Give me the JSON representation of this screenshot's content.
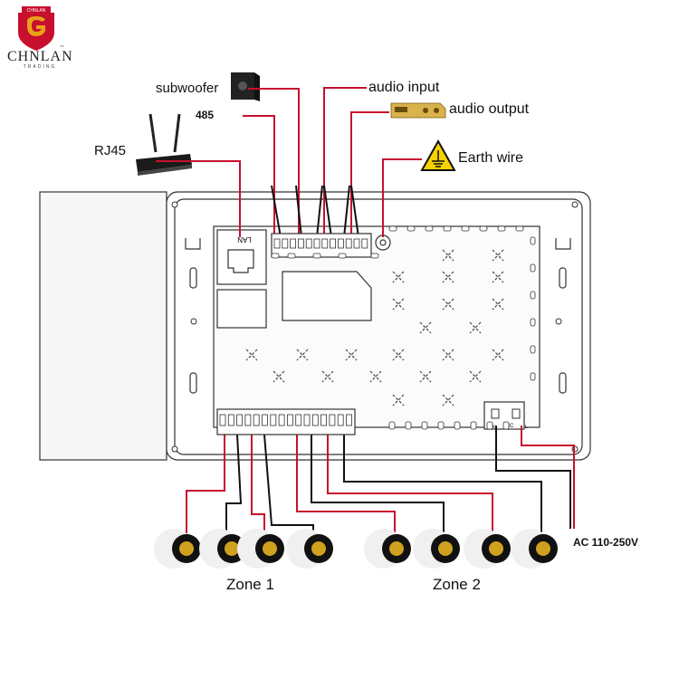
{
  "logo": {
    "banner_text": "CHNLAN",
    "name": "CHNLAN",
    "subtitle": "TRADING",
    "tm": "TM",
    "colors": {
      "shield": "#c8102e",
      "emblem": "#e8a21a"
    }
  },
  "labels": {
    "subwoofer": "subwoofer",
    "rs485": "485",
    "rj45": "RJ45",
    "audio_input": "audio input",
    "audio_output": "audio output",
    "earth_wire": "Earth wire",
    "ac_power": "AC 110-250V",
    "zone1": "Zone 1",
    "zone2": "Zone 2"
  },
  "board": {
    "lan_label": "LAN",
    "power_label": "NC",
    "power_pin_n": "N",
    "power_pin_l": "L"
  },
  "icons": [
    "router-icon",
    "subwoofer-icon",
    "amplifier-icon",
    "earth-warning-icon",
    "speaker-icon"
  ],
  "colors": {
    "wire_red": "#c8102e",
    "wire_black": "#111111",
    "outline": "#333333"
  }
}
